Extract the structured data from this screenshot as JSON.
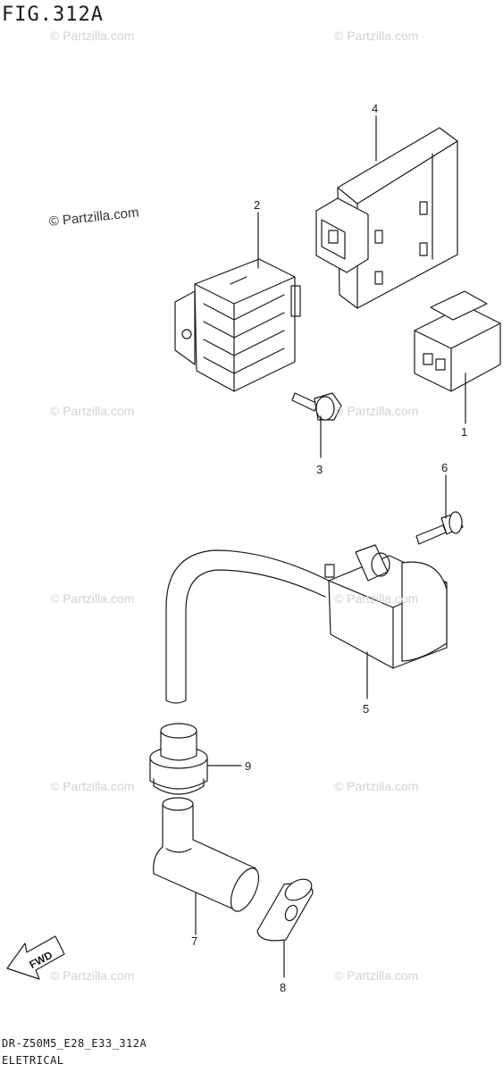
{
  "figure": {
    "title": "FIG.312A",
    "code": "DR-Z50M5_E28_E33_312A",
    "section": "ELETRICAL"
  },
  "watermark": {
    "text": "© Partzilla.com"
  },
  "parts": [
    {
      "number": "1",
      "icon": "coupler-icon"
    },
    {
      "number": "2",
      "icon": "regulator-rectifier-icon"
    },
    {
      "number": "3",
      "icon": "bolt-icon"
    },
    {
      "number": "4",
      "icon": "cdi-unit-icon"
    },
    {
      "number": "5",
      "icon": "ignition-coil-icon"
    },
    {
      "number": "6",
      "icon": "bolt-icon"
    },
    {
      "number": "7",
      "icon": "plug-cap-icon"
    },
    {
      "number": "8",
      "icon": "cap-seal-icon"
    },
    {
      "number": "9",
      "icon": "cushion-icon"
    }
  ],
  "fwd": {
    "label": "FWD",
    "icon": "forward-arrow-icon"
  }
}
